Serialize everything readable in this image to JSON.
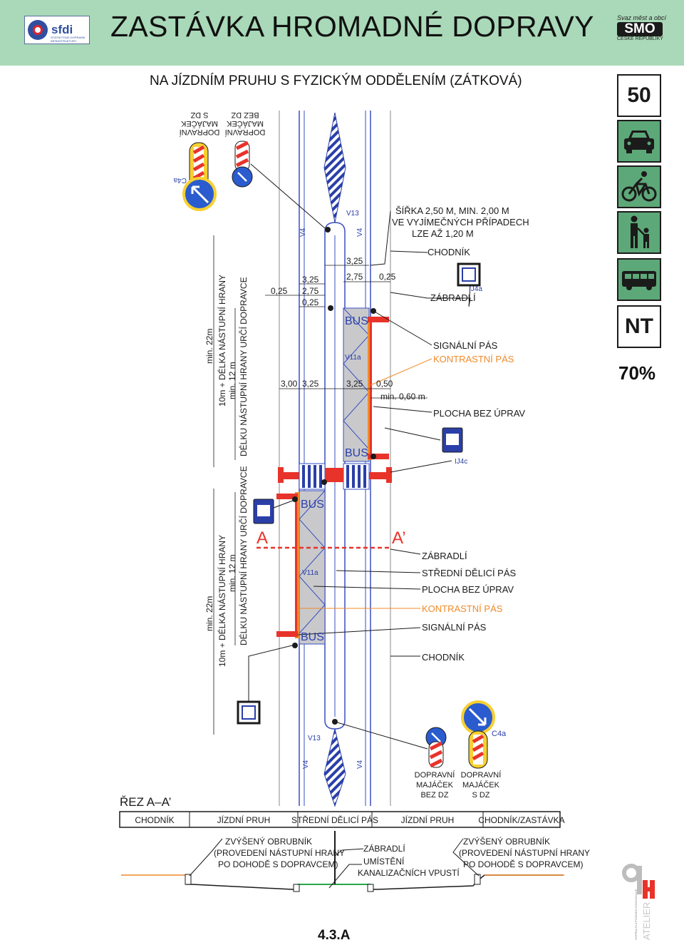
{
  "header": {
    "title": "ZASTÁVKA HROMADNÉ DOPRAVY",
    "sfdi_logo": "sfdi",
    "sfdi_subtext": "STÁTNÍ FOND DOPRAVNÍ INFRASTRUKTURY",
    "smo_top": "Svaz měst a obcí",
    "smo_mid": "SMO",
    "smo_bottom": "ČESKÉ REPUBLIKY"
  },
  "subtitle": "NA JÍZDNÍM PRUHU S FYZICKÝM ODDĚLENÍM (ZÁTKOVÁ)",
  "sidebar": {
    "speed": "50",
    "icons": [
      "car-icon",
      "cyclist-icon",
      "pedestrian-icon",
      "bus-icon"
    ],
    "nt": "NT",
    "percent": "70%"
  },
  "plan": {
    "top_beacon_labels": [
      "DOPRAVNÍ",
      "MAJÁČEK",
      "S DZ"
    ],
    "top_beacon_labels_2": [
      "DOPRAVNÍ",
      "MAJÁČEK",
      "BEZ DZ"
    ],
    "sign_c4a": "C4a",
    "sign_v13": "V13",
    "sign_v4": "V4",
    "sign_v11a": "V11a",
    "sign_ij4a": "IJ4a",
    "sign_ij4c": "IJ4c",
    "bus_text": "BUS",
    "note_width": "ŠÍŘKA 2,50 M, MIN. 2,00 M",
    "note_width_2": "VE VYJÍMEČNÝCH PŘÍPADECH",
    "note_width_3": "LZE AŽ 1,20 M",
    "label_chodnik": "CHODNÍK",
    "label_zabradli": "ZÁBRADLÍ",
    "label_signalni": "SIGNÁLNÍ PÁS",
    "label_kontrastni": "KONTRASTNÍ PÁS",
    "label_plocha": "PLOCHA BEZ ÚPRAV",
    "label_stredni": "STŘEDNÍ DĚLICÍ PÁS",
    "label_plocha_2": "PLOCHA BEZ ÚPRAV",
    "dims": {
      "d325a": "3,25",
      "d275a": "2,75",
      "d025a": "0,25",
      "d025b": "0,25",
      "d325b": "3,25",
      "d275b": "2,75",
      "d025c": "0,25",
      "d300": "3,00",
      "d325c": "3,25",
      "d325d": "3,25",
      "d050": "0,50",
      "d060": "min. 0,60 m"
    },
    "vertical_min22": "min. 22m",
    "vertical_10m": "10m + DÉLKA NÁSTUPNÍ HRANY",
    "vertical_min12": "min. 12 m",
    "vertical_delku": "DÉLKU NÁSTUPNÍ HRANY URČÍ DOPRAVCE",
    "section_a": "A",
    "section_a2": "A’",
    "bottom_beacon_1": [
      "DOPRAVNÍ",
      "MAJÁČEK",
      "BEZ DZ"
    ],
    "bottom_beacon_2": [
      "DOPRAVNÍ",
      "MAJÁČEK",
      "S DZ"
    ]
  },
  "section": {
    "title": "ŘEZ A–A’",
    "columns": [
      "CHODNÍK",
      "JÍZDNÍ PRUH",
      "STŘEDNÍ DĚLICÍ PÁS",
      "JÍZDNÍ PRUH",
      "CHODNÍK/ZASTÁVKA"
    ],
    "note_left": [
      "ZVÝŠENÝ OBRUBNÍK",
      "(PROVEDENÍ NÁSTUPNÍ HRANY",
      "PO DOHODĚ S DOPRAVCEM)"
    ],
    "note_mid_1": "ZÁBRADLÍ",
    "note_mid_2": [
      "UMÍSTĚNÍ",
      "KANALIZAČNÍCH VPUSTÍ"
    ],
    "note_right": [
      "ZVÝŠENÝ OBRUBNÍK",
      "(PROVEDENÍ NÁSTUPNÍ HRANY",
      "PO DOHODĚ S DOPRAVCEM)"
    ]
  },
  "footer": {
    "page_number": "4.3.A",
    "atelier_text": "ATELIER",
    "atelier_sub": "DOPRAVNÍ A POZEMNÍ KOMUNIKACE"
  },
  "colors": {
    "header_bg": "#a9d9b8",
    "lane_blue": "#3a4fc0",
    "red": "#e8332a",
    "orange": "#f08a2a",
    "gray_fill": "#c9c9cc",
    "icon_green": "#5da878"
  }
}
